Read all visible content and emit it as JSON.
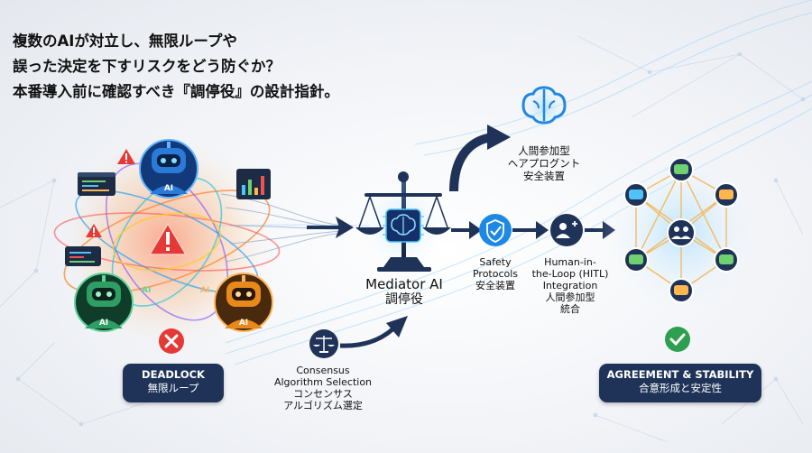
{
  "headline": {
    "line1": "複数のAIが対立し、無限ループや",
    "line2": "誤った決定を下すリスクをどう防ぐか？",
    "line3": "本番導入前に確認すべき『調停役』の設計指針。"
  },
  "left_cluster": {
    "agent_label": "AI",
    "error_icon": "x-icon",
    "pill": {
      "line1": "DEADLOCK",
      "line2": "無限ループ"
    }
  },
  "mediator": {
    "title": "Mediator AI",
    "subtitle": "調停役"
  },
  "consensus": {
    "line1": "Consensus",
    "line2": "Algorithm Selection",
    "line3": "コンセンサス",
    "line4": "アルゴリズム選定"
  },
  "human_in_loop_top": {
    "line1": "人間参加型",
    "line2": "ヘアプログント",
    "line3": "安全装置"
  },
  "safety": {
    "line1": "Safety",
    "line2": "Protocols",
    "line3": "安全装置"
  },
  "hitl": {
    "line1": "Human-in-",
    "line2": "the-Loop (HITL)",
    "line3": "Integration",
    "line4": "人間参加型",
    "line5": "統合"
  },
  "right_cluster": {
    "pill": {
      "line1": "AGREEMENT & STABILITY",
      "line2": "合意形成と安定性"
    }
  },
  "colors": {
    "navy": "#1f3358",
    "accent_blue": "#1e88e5",
    "alert_red": "#e53935",
    "success_green": "#2e9e4f",
    "agent_blue": "#1e5bb8",
    "agent_green": "#2e8b57",
    "agent_orange": "#e8891c"
  }
}
